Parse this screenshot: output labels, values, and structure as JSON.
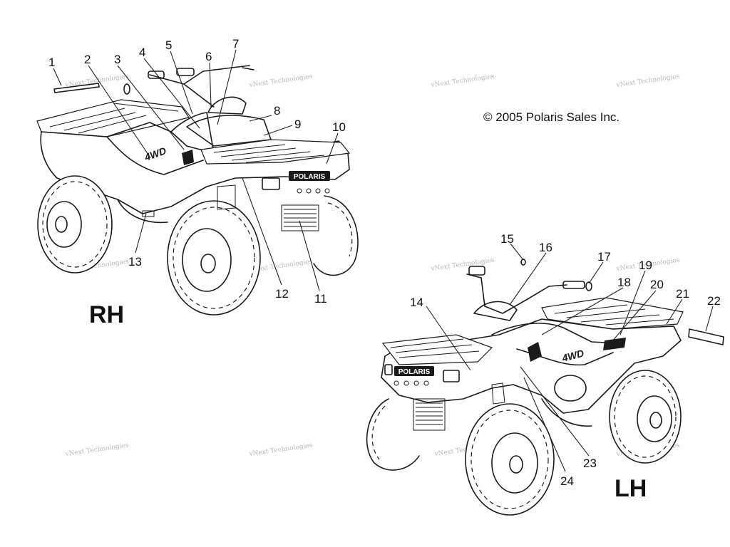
{
  "copyright": "© 2005 Polaris Sales Inc.",
  "views": {
    "rh": {
      "label": "RH"
    },
    "lh": {
      "label": "LH"
    }
  },
  "watermark": "vNext Technologies",
  "decals": {
    "d4wd": "4WD",
    "polaris": "POLARIS"
  },
  "callouts": {
    "c1": "1",
    "c2": "2",
    "c3": "3",
    "c4": "4",
    "c5": "5",
    "c6": "6",
    "c7": "7",
    "c8": "8",
    "c9": "9",
    "c10": "10",
    "c11": "11",
    "c12": "12",
    "c13": "13",
    "c14": "14",
    "c15": "15",
    "c16": "16",
    "c17": "17",
    "c18": "18",
    "c19": "19",
    "c20": "20",
    "c21": "21",
    "c22": "22",
    "c23": "23",
    "c24": "24"
  }
}
